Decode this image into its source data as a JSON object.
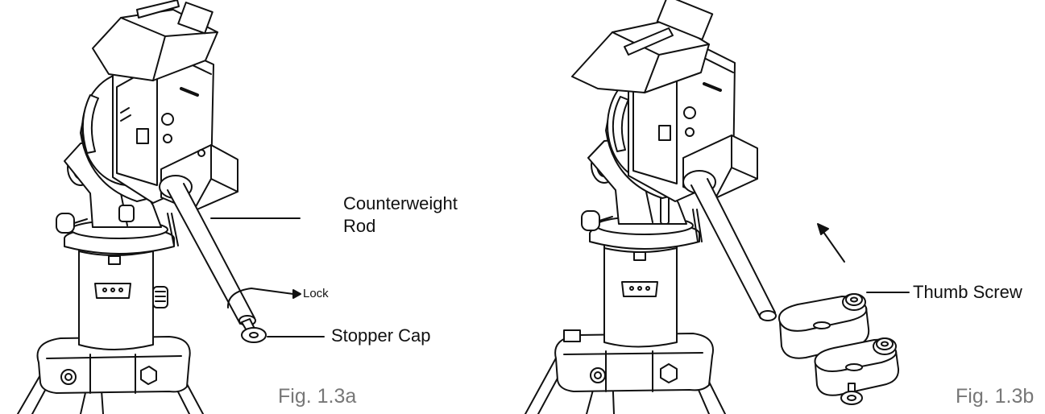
{
  "panel_a": {
    "callouts": {
      "counterweight_rod_line1": "Counterweight",
      "counterweight_rod_line2": "Rod",
      "lock": "Lock",
      "stopper_cap": "Stopper Cap"
    },
    "figure_label": "Fig. 1.3a"
  },
  "panel_b": {
    "callouts": {
      "thumb_screw": "Thumb Screw"
    },
    "figure_label": "Fig. 1.3b"
  },
  "colors": {
    "line": "#111111",
    "figure_label": "#777777",
    "background": "#ffffff"
  }
}
